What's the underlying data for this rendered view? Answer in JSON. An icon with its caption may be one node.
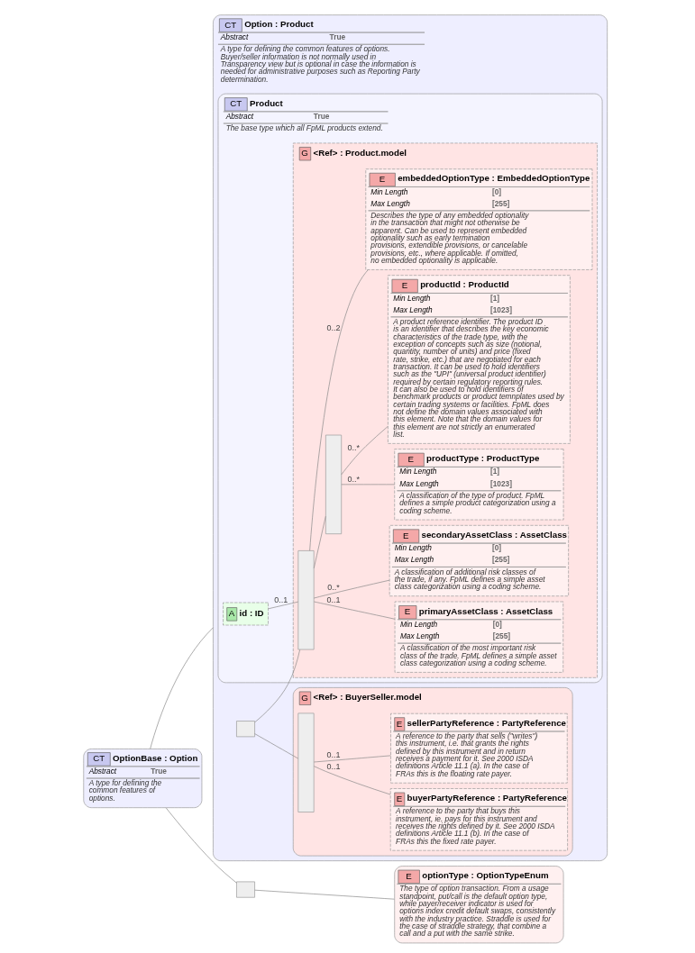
{
  "diagram": {
    "nodes": [
      {
        "text": [
          "CT",
          "OptionBase : Option",
          "Abstract",
          "True",
          "A type for defining the common features of options."
        ]
      },
      {
        "text": [
          "CT",
          "Option : Product",
          "Abstract",
          "True",
          "A type for defining the common features of options. Buyer/seller information is not normally used in Transparency view but is optional in case the information is needed for administrative purposes such as Reporting Party determination."
        ]
      },
      {
        "text": [
          "CT",
          "Product",
          "Abstract",
          "True",
          "The base type which all FpML products extend."
        ],
        "in": 1
      },
      {
        "text": [
          "A",
          "id : ID"
        ],
        "in": 2
      },
      {
        "text": [
          "G",
          "<Ref> : Product.model"
        ],
        "in": 2
      },
      {
        "text": [],
        "shape": "bar",
        "in": 4
      },
      {
        "text": [
          "E",
          "primaryAssetClass : AssetClass",
          "Min Length",
          "[0]",
          "Max Length",
          "[255]",
          "A classification of the most important risk class of the trade. FpML defines a simple asset class categorization using a coding scheme."
        ],
        "in": 4
      },
      {
        "text": [
          "E",
          "secondaryAssetClass : AssetClass",
          "Min Length",
          "[0]",
          "Max Length",
          "[255]",
          "A classification of additional risk classes of the trade, if any. FpML defines a simple asset class categorization using a coding scheme."
        ],
        "in": 4
      },
      {
        "text": [],
        "shape": "bar",
        "in": 4
      },
      {
        "text": [
          "E",
          "productType : ProductType",
          "Min Length",
          "[1]",
          "Max Length",
          "[1023]",
          "A classification of the type of product. FpML defines a simple product categorization using a coding scheme."
        ],
        "in": 4
      },
      {
        "text": [
          "E",
          "productId : ProductId",
          "Min Length",
          "[1]",
          "Max Length",
          "[1023]",
          "A product reference identifier. The product ID is an identifier that describes the key economic characteristics of the trade type, with the exception of concepts such as size (notional, quantity, number of units) and price (fixed rate, strike, etc.) that are negotiated for each transaction. It can be used to hold identifiers such as the \"UPI\" (universal product identifier) required by certain regulatory reporting rules. It can also be used to hold identifiers of benchmark products or product temnplates used by certain trading systems or facilities. FpML does not define the domain values associated with this element. Note that the domain values for this element are not strictly an enumerated list."
        ],
        "in": 4
      },
      {
        "text": [
          "E",
          "embeddedOptionType : EmbeddedOptionType",
          "Min Length",
          "[0]",
          "Max Length",
          "[255]",
          "Describes the type of any embedded optionality in the transaction that might not otherwise be apparent. Can be used to represent embedded optionality such as early termination provisions, extendible provisions, or cancelable provisions, etc., where applicable. If omitted, no embedded optionality is applicable."
        ],
        "in": 4
      },
      {
        "text": [],
        "shape": "box",
        "in": 1
      },
      {
        "text": [
          "G",
          "<Ref> : BuyerSeller.model"
        ],
        "in": 1
      },
      {
        "text": [],
        "shape": "bar",
        "in": 13
      },
      {
        "text": [
          "E",
          "buyerPartyReference : PartyReference",
          "A reference to the party that buys this instrument, ie. pays for this instrument and receives the rights defined by it. See 2000 ISDA definitions Article 11.1 (b). In the case of FRAs this the fixed rate payer."
        ],
        "in": 13
      },
      {
        "text": [
          "E",
          "sellerPartyReference : PartyReference",
          "A reference to the party that sells (\"writes\") this instrument, i.e. that grants the rights defined by this instrument and in return receives a payment for it. See 2000 ISDA definitions Article 11.1 (a). In the case of FRAs this is the floating rate payer."
        ],
        "in": 13
      },
      {
        "text": [],
        "shape": "box"
      },
      {
        "text": [
          "E",
          "optionType : OptionTypeEnum",
          "The type of option transaction. From a usage standpoint, put/call is the default option type, while payer/receiver indicator is used for options index credit default swaps, consistently with the industry practice. Straddle is used for the case of straddle strategy, that combine a call and a put with the same strike."
        ]
      }
    ],
    "edges": [
      {
        "from": 0,
        "to": 1,
        "arrow": "none"
      },
      {
        "from": 0,
        "to": 17,
        "arrow": "none"
      },
      {
        "from": 3,
        "to": 5,
        "arrow": "none",
        "label": "0..1"
      },
      {
        "from": 12,
        "to": 5,
        "arrow": "none"
      },
      {
        "from": 5,
        "to": 6,
        "arrow": "none",
        "label": "0..1"
      },
      {
        "from": 5,
        "to": 7,
        "arrow": "none",
        "label": "0..*"
      },
      {
        "from": 5,
        "to": 8,
        "arrow": "none"
      },
      {
        "from": 8,
        "to": 9,
        "arrow": "none",
        "label": "0..*"
      },
      {
        "from": 8,
        "to": 10,
        "arrow": "none",
        "label": "0..*"
      },
      {
        "from": 5,
        "to": 11,
        "arrow": "none",
        "label": "0..2"
      },
      {
        "from": 12,
        "to": 14,
        "arrow": "none"
      },
      {
        "from": 14,
        "to": 15,
        "arrow": "none",
        "label": "0..1"
      },
      {
        "from": 14,
        "to": 16,
        "arrow": "none",
        "label": "0..1"
      },
      {
        "from": 17,
        "to": 18,
        "arrow": "none"
      }
    ]
  }
}
